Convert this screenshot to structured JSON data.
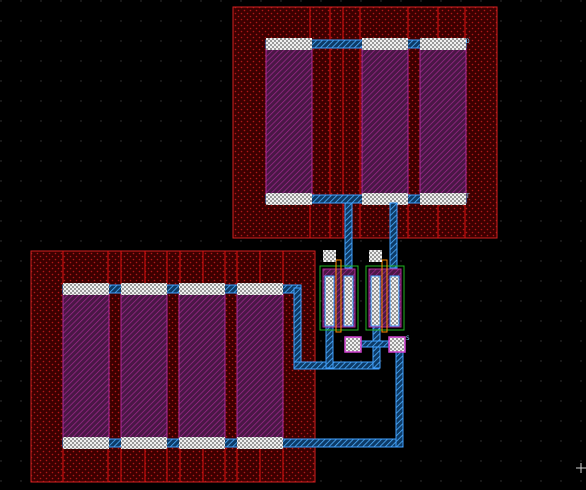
{
  "window": {
    "title": ""
  },
  "layout_view": {
    "background": "#000000",
    "grid_dot_color": "#3a3a3a",
    "colors": {
      "nwell_border": "#d22020",
      "nwell_fill": "#5a0000",
      "poly": "#e01010",
      "diffusion": "#7a1e6a",
      "metal1": "#3fa0ff",
      "contact": "#d8d8d8",
      "pdiff_box": "#21b521",
      "via_box": "#d040d0"
    },
    "pin_labels": {
      "top_right_upper": "D",
      "top_right_lower": "T",
      "small_pad": "S"
    },
    "icons": {
      "crosshair": "crosshair-icon"
    }
  }
}
